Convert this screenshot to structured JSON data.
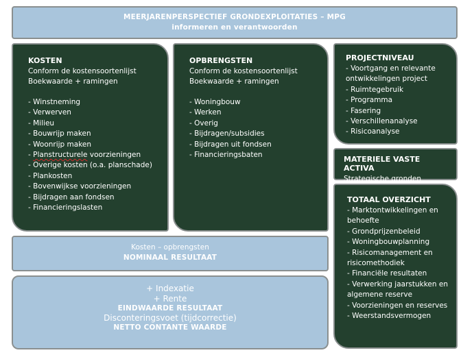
{
  "header": {
    "title": "MEERJARENPERSPECTIEF GRONDEXPLOITATIES – MPG",
    "subtitle": "informeren en verantwoorden"
  },
  "kosten": {
    "title": "KOSTEN",
    "line1": "Conform de kostensoortenlijst",
    "line2": "Boekwaarde + ramingen",
    "items": [
      "- Winstneming",
      "- Verwerven",
      "- Milieu",
      "- Bouwrijp maken",
      "- Woonrijp maken",
      "Planstructurele",
      " voorzieningen",
      "- Overige kosten (o.a. planschade)",
      "- Plankosten",
      "- Bovenwijkse voorzieningen",
      "- Bijdragen aan fondsen",
      "- Financieringslasten"
    ],
    "item5_prefix": "- "
  },
  "opbrengsten": {
    "title": "OPBRENGSTEN",
    "line1": "Conform de kostensoortenlijst",
    "line2": "Boekwaarde + ramingen",
    "items": [
      "- Woningbouw",
      "- Werken",
      "- Overig",
      "- Bijdragen/subsidies",
      "- Bijdragen uit fondsen",
      "- Financieringsbaten"
    ]
  },
  "projectniveau": {
    "title": "PROJECTNIVEAU",
    "items": [
      "- Voortgang en relevante ontwikkelingen project",
      "- Ruimtegebruik",
      "- Programma",
      "- Fasering",
      "- Verschillenanalyse",
      "- Risicoanalyse"
    ]
  },
  "materiele": {
    "title": "MATERIELE VASTE ACTIVA",
    "line": "Strategische gronden"
  },
  "totaal": {
    "title": "TOTAAL OVERZICHT",
    "items": [
      "- Marktontwikkelingen en behoefte",
      "- Grondprijzenbeleid",
      "- Woningbouwplanning",
      "- Risicomanagement en risicomethodiek",
      "- Financiële resultaten",
      "- Verwerking jaarstukken en algemene reserve",
      "- Voorzieningen en reserves",
      "- Weerstandsvermogen"
    ]
  },
  "nominaal": {
    "line1": "Kosten – opbrengsten",
    "line2": "NOMINAAL RESULTAAT"
  },
  "eindwaarde": {
    "line1": "+ Indexatie",
    "line2": "+ Rente",
    "line3": "EINDWAARDE RESULTAAT",
    "line4": "Disconteringsvoet (tijdcorrectie)",
    "line5": "NETTO CONTANTE WAARDE"
  },
  "colors": {
    "light_box": "#a9c5dc",
    "dark_box": "#23402e",
    "border": "#8a8f8f",
    "text": "#ffffff"
  }
}
